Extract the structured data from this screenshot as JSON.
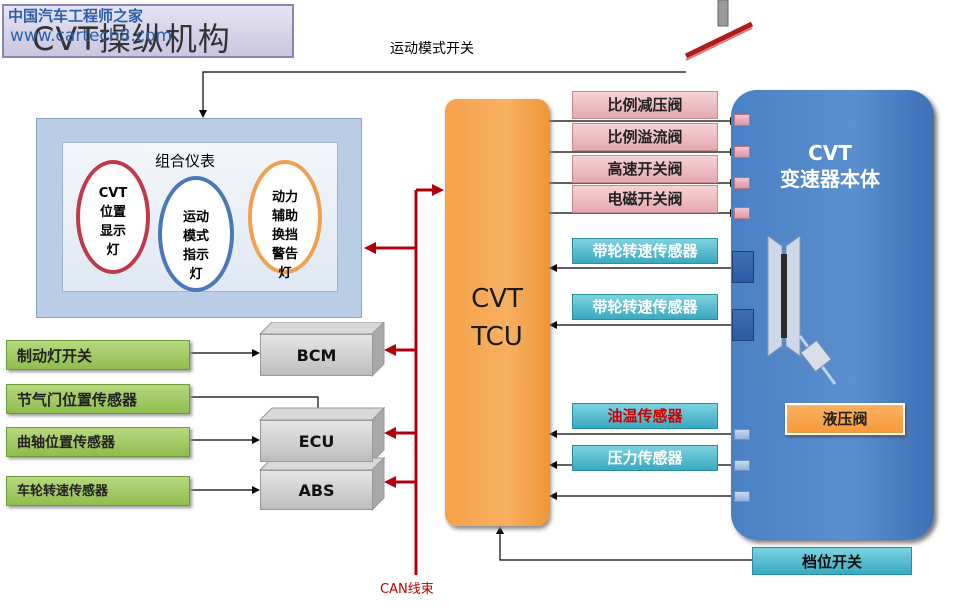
{
  "title": "CVT操纵机构",
  "watermark": {
    "line1": "中国汽车工程师之家",
    "line2": "www.cartech8.com"
  },
  "sport_switch_label": "运动模式开关",
  "instrument_cluster": {
    "title": "组合仪表",
    "lamps": [
      "CVT位置显示灯",
      "运动模式指示灯",
      "动力辅助换挡警告灯"
    ]
  },
  "tcu": {
    "line1": "CVT",
    "line2": "TCU"
  },
  "transmission_body": {
    "line1": "CVT",
    "line2": "变速器本体"
  },
  "valves": [
    "比例减压阀",
    "比例溢流阀",
    "高速开关阀",
    "电磁开关阀"
  ],
  "sensors": [
    "带轮转速传感器",
    "带轮转速传感器",
    "油温传感器",
    "压力传感器"
  ],
  "hydraulic_valve": "液压阀",
  "gear_switch": "档位开关",
  "inputs": [
    "制动灯开关",
    "节气门位置传感器",
    "曲轴位置传感器",
    "车轮转速传感器"
  ],
  "modules": [
    "BCM",
    "ECU",
    "ABS"
  ],
  "can_label": "CAN线束",
  "colors": {
    "can_red": "#b00010",
    "tcu_orange": "#f7a650",
    "body_blue": "#4a80c4",
    "oil_temp_text": "#d00000"
  }
}
